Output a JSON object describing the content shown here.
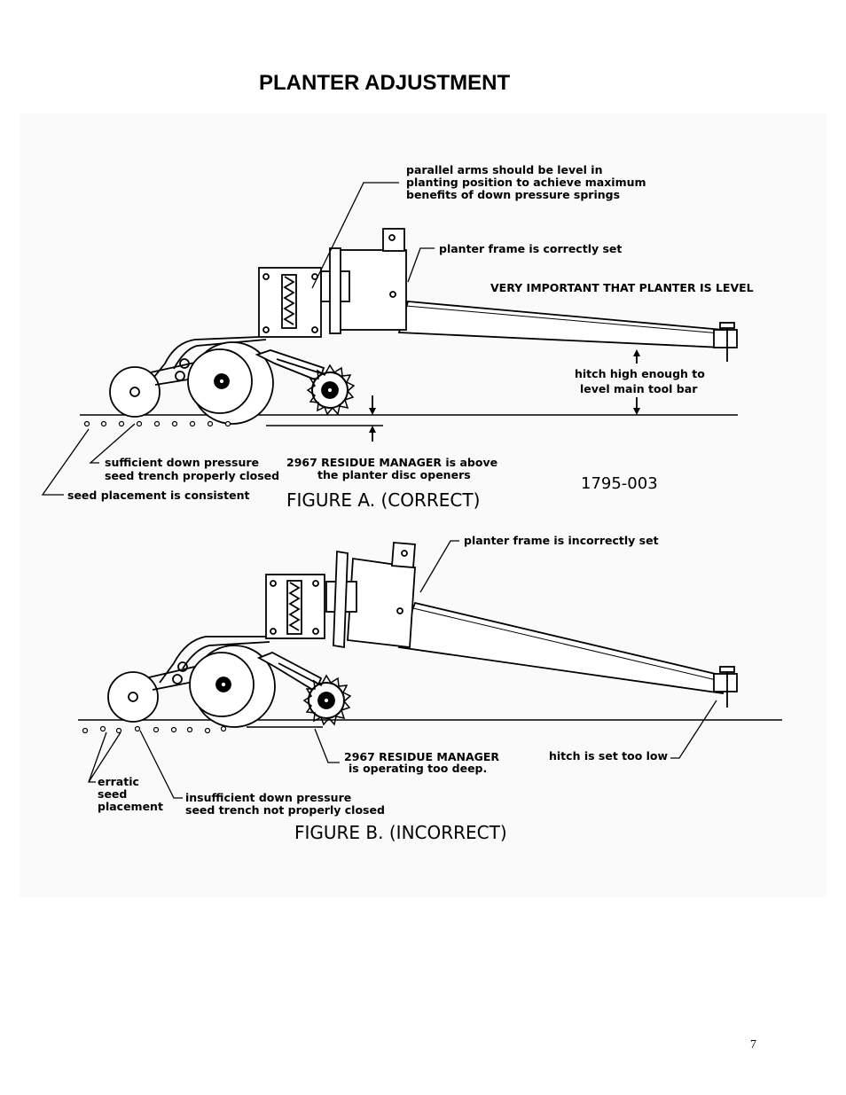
{
  "page": {
    "title": "PLANTER ADJUSTMENT",
    "page_number": "7"
  },
  "figure_a": {
    "caption": "FIGURE A. (CORRECT)",
    "drawing_number": "1795-003",
    "labels": {
      "parallel_arms": [
        "parallel arms should be level in",
        "planting position to achieve maximum",
        "benefits of down pressure springs"
      ],
      "frame": "planter frame is correctly set",
      "important": "VERY IMPORTANT THAT PLANTER IS LEVEL",
      "hitch": [
        "hitch high enough to",
        "level main tool bar"
      ],
      "down_pressure": [
        "sufficient down pressure",
        "seed trench properly closed"
      ],
      "residue_manager": [
        "2967 RESIDUE MANAGER is above",
        "the planter disc openers"
      ],
      "seed_placement": "seed placement is consistent"
    }
  },
  "figure_b": {
    "caption": "FIGURE B. (INCORRECT)",
    "labels": {
      "frame": "planter frame is incorrectly set",
      "residue_manager": [
        "2967 RESIDUE MANAGER",
        "is operating too deep."
      ],
      "hitch": "hitch is set too low",
      "erratic": [
        "erratic",
        "seed",
        "placement"
      ],
      "down_pressure": [
        "insufficient down pressure",
        "seed trench not properly closed"
      ]
    }
  }
}
